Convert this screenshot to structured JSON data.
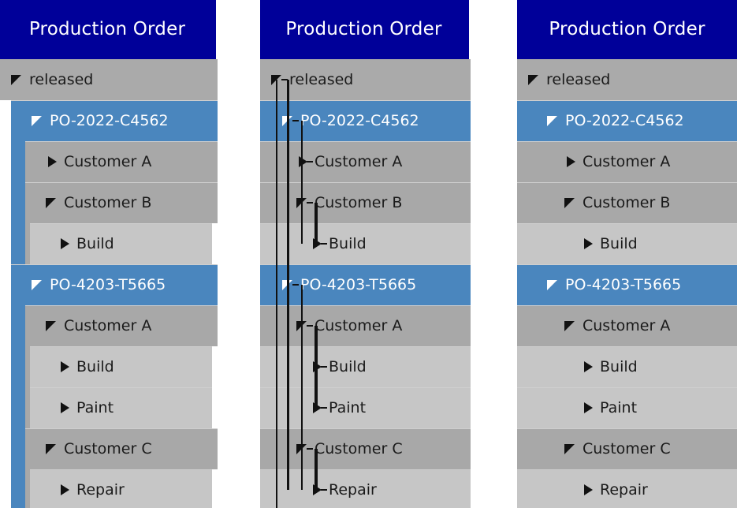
{
  "panels": [
    {
      "title": "Production Order",
      "style": "indent-bars"
    },
    {
      "title": "Production Order",
      "style": "connector-lines"
    },
    {
      "title": "Production Order",
      "style": "plain-indent"
    }
  ],
  "colors": {
    "header_bg": "#000099",
    "header_text": "#ffffff",
    "selection_blue": "#4a86be",
    "level0_bg": "#aaaaaa",
    "level2_bg": "#a8a8a8",
    "level3_bg": "#c6c6c6",
    "row_separator": "#cfcfcf",
    "connector_line": "#111111",
    "page_bg": "#ffffff"
  },
  "tree": [
    {
      "label": "released",
      "level": 0,
      "state": "expanded",
      "selected": false
    },
    {
      "label": "PO-2022-C4562",
      "level": 1,
      "state": "expanded",
      "selected": true
    },
    {
      "label": "Customer A",
      "level": 2,
      "state": "collapsed",
      "selected": false
    },
    {
      "label": "Customer B",
      "level": 2,
      "state": "expanded",
      "selected": false
    },
    {
      "label": "Build",
      "level": 3,
      "state": "collapsed",
      "selected": false
    },
    {
      "label": "PO-4203-T5665",
      "level": 1,
      "state": "expanded",
      "selected": true
    },
    {
      "label": "Customer A",
      "level": 2,
      "state": "expanded",
      "selected": false
    },
    {
      "label": "Build",
      "level": 3,
      "state": "collapsed",
      "selected": false
    },
    {
      "label": "Paint",
      "level": 3,
      "state": "collapsed",
      "selected": false
    },
    {
      "label": "Customer C",
      "level": 2,
      "state": "expanded",
      "selected": false
    },
    {
      "label": "Repair",
      "level": 3,
      "state": "collapsed",
      "selected": false
    }
  ],
  "icons": {
    "expanded": "triangle-down-left-icon",
    "collapsed": "triangle-right-icon"
  }
}
